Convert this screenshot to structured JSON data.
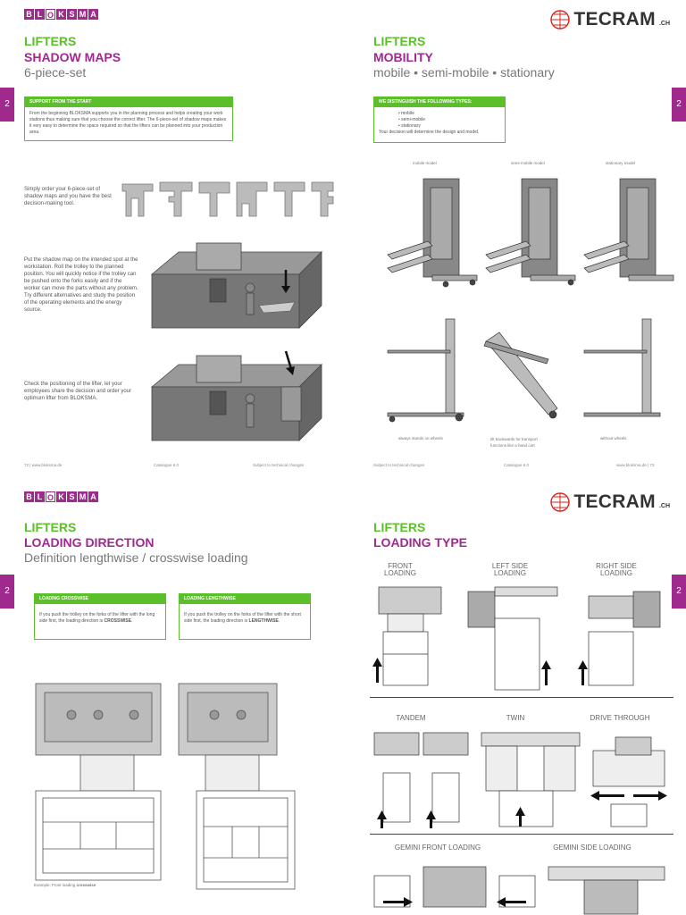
{
  "brand": {
    "bloksma_letters": [
      "B",
      "L",
      "O",
      "K",
      "S",
      "M",
      "A"
    ],
    "tecram": "TECRAM",
    "tecram_suffix": ".CH"
  },
  "chapter": "2",
  "colors": {
    "green": "#5bbf2a",
    "purple": "#a0298e"
  },
  "page1": {
    "title": "LIFTERS",
    "subtitle": "SHADOW MAPS",
    "tagline": "6-piece-set",
    "box_title": "SUPPORT FROM THE START",
    "box_text": "From the beginning BLOKSMA supports you in the planning process and helps creating your work stations thus making sure that you choose the correct lifter. The 6-piece-set of shadow maps makes it very easy to determine the space required so that the lifters can be planned into your production area.",
    "text1": "Simply order your 6-piece-set of shadow maps and you have the best decision-making tool.",
    "text2": "Put the shadow map on the intended spot at the workstation. Roll the trolley to the planned position. You will quickly notice if the trolley can be pushed onto the forks easily and if the worker can move the parts without any problem. Try different alternatives and study the position of the operating elements and the energy source.",
    "text3": "Check the positioning of the lifter, let your employees share the decision and order your optimum lifter from BLOKSMA.",
    "footer_left": "72 | www.bloksma.de",
    "footer_mid": "Catalogue 6.0",
    "footer_right": "Subject to technical changes"
  },
  "page2": {
    "title": "LIFTERS",
    "subtitle": "MOBILITY",
    "tagline": "mobile • semi-mobile • stationary",
    "box_title": "WE DISTINGUISH THE FOLLOWING TYPES:",
    "box_items": [
      "• mobile",
      "• semi-mobile",
      "• stationary"
    ],
    "box_text": "Your decision will determine the design and model.",
    "col1": "mobile model",
    "col2": "semi-mobile model",
    "col3": "stationary model",
    "cap1": "always stands on wheels",
    "cap2": "tilt backwards for transport functions like a hand cart",
    "cap3": "without wheels",
    "footer_left": "Subject to technical changes",
    "footer_mid": "Catalogue 6.0",
    "footer_right": "www.bloksma.de | 73"
  },
  "page3": {
    "title": "LIFTERS",
    "subtitle": "LOADING DIRECTION",
    "tagline": "Definition lengthwise / crosswise loading",
    "box1_title": "LOADING CROSSWISE",
    "box1_text_a": "If you push the trolley on the forks of the lifter with the long side first, the loading direction is",
    "box1_bold": "CROSSWISE",
    "box2_title": "LOADING LENGTHWISE",
    "box2_text_a": "If you push the trolley on the forks of the lifter with the short side first, the loading direction is",
    "box2_bold": "LENGTHWISE",
    "caption_a": "Example: Front loading",
    "caption_bold": "crosswise"
  },
  "page4": {
    "title": "LIFTERS",
    "subtitle": "LOADING TYPE",
    "front": "FRONT LOADING",
    "left_side": "LEFT SIDE LOADING",
    "right_side": "RIGHT SIDE LOADING",
    "tandem": "TANDEM",
    "twin": "TWIN",
    "drive_through": "DRIVE THROUGH",
    "gemini_front": "GEMINI FRONT LOADING",
    "gemini_side": "GEMINI SIDE LOADING"
  }
}
